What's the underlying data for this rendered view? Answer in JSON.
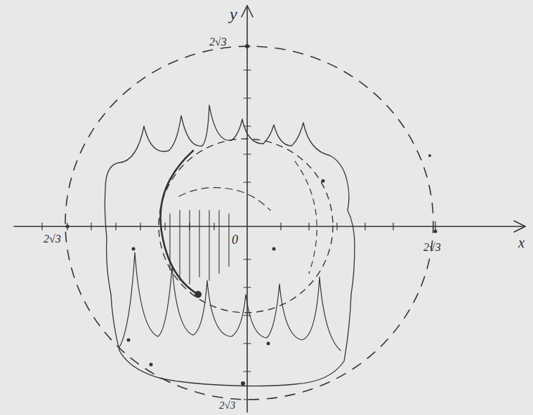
{
  "diagram": {
    "labels": [
      "y",
      "2√3",
      "2√3",
      "0",
      "2√3",
      "2√3",
      "x"
    ]
  }
}
